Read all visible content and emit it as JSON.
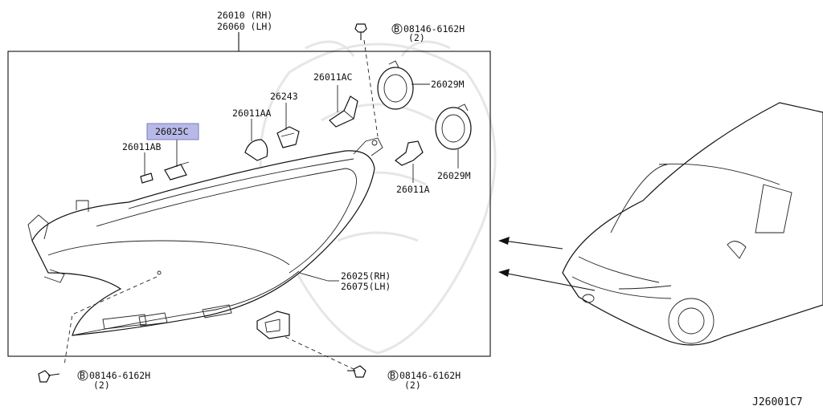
{
  "diagram": {
    "highlight_color": "#b9b9e8",
    "code": "J26001C7",
    "callouts": [
      {
        "id": "assembly-rh",
        "text": "26010 (RH)"
      },
      {
        "id": "assembly-lh",
        "text": "26060 (LH)"
      },
      {
        "id": "bolt-top",
        "text": "08146-6162H"
      },
      {
        "id": "bolt-top-qty",
        "text": "(2)"
      },
      {
        "id": "p26011ac",
        "text": "26011AC"
      },
      {
        "id": "p26029m-a",
        "text": "26029M"
      },
      {
        "id": "p26243",
        "text": "26243"
      },
      {
        "id": "p26011aa",
        "text": "26011AA"
      },
      {
        "id": "p26025c",
        "text": "26025C"
      },
      {
        "id": "p26011ab",
        "text": "26011AB"
      },
      {
        "id": "p26029m-b",
        "text": "26029M"
      },
      {
        "id": "p26011a",
        "text": "26011A"
      },
      {
        "id": "housing-rh",
        "text": "26025(RH)"
      },
      {
        "id": "housing-lh",
        "text": "26075(LH)"
      },
      {
        "id": "bolt-left",
        "text": "08146-6162H"
      },
      {
        "id": "bolt-left-qty",
        "text": "(2)"
      },
      {
        "id": "bolt-bottom",
        "text": "08146-6162H"
      },
      {
        "id": "bolt-bottom-qty",
        "text": "(2)"
      }
    ],
    "bolt_marker": "B"
  }
}
